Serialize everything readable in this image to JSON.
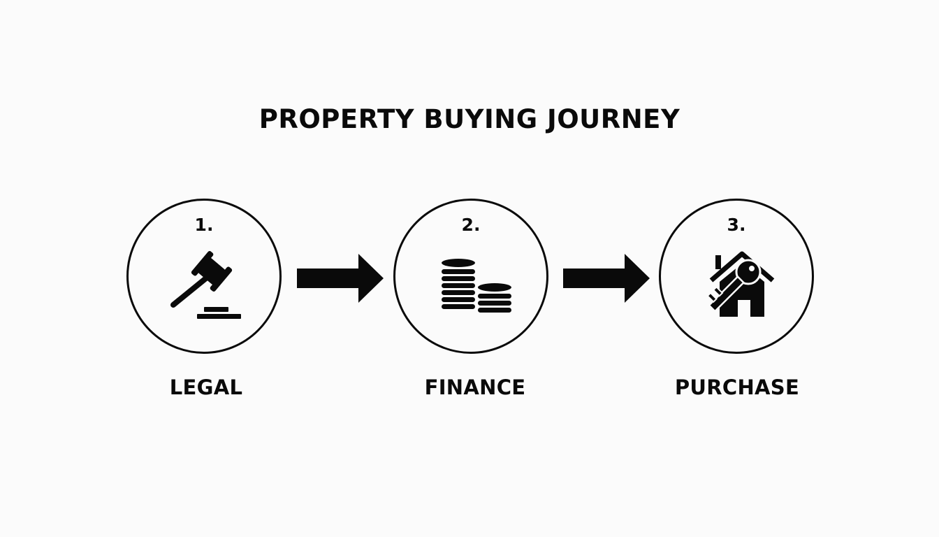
{
  "title": "PROPERTY BUYING JOURNEY",
  "steps": [
    {
      "number": "1.",
      "label": "LEGAL",
      "icon": "gavel-icon"
    },
    {
      "number": "2.",
      "label": "FINANCE",
      "icon": "coins-icon"
    },
    {
      "number": "3.",
      "label": "PURCHASE",
      "icon": "house-key-icon"
    }
  ],
  "colors": {
    "background": "#fbfbfb",
    "foreground": "#0a0a0a"
  }
}
